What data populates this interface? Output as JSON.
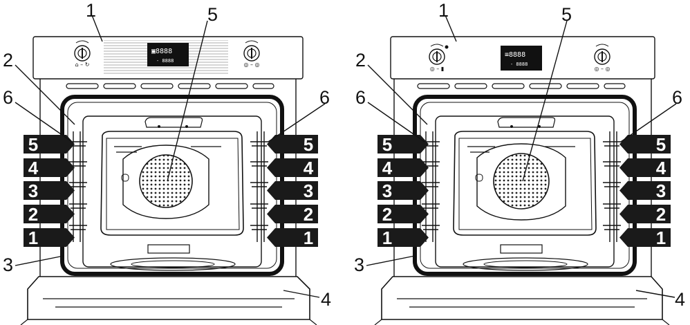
{
  "callouts": {
    "control_panel": "1",
    "shelf_runner": "2",
    "door_seal": "3",
    "door": "4",
    "fan": "5",
    "side_rack": "6"
  },
  "levels": [
    "1",
    "2",
    "3",
    "4",
    "5"
  ],
  "ovens": [
    {
      "name": "left-oven",
      "display_text": "▣8888",
      "display_sub": "- 8888",
      "left_knob_label": "⌂ – ↻",
      "right_knob_label": "◎ – ◎"
    },
    {
      "name": "right-oven",
      "display_text": "≡8888",
      "display_sub": "- 8888",
      "left_knob_label": "◎ – ▮",
      "right_knob_label": "◎ – ◎"
    }
  ],
  "colors": {
    "ink": "#111111",
    "level_tag": "#1a1a1a",
    "display_bg": "#111111",
    "panel": "#ffffff"
  }
}
